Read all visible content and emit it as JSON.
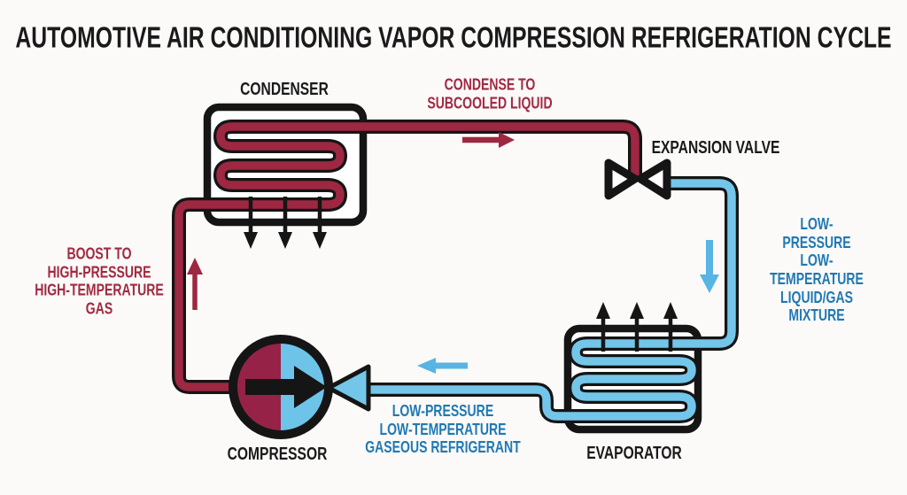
{
  "title": "AUTOMOTIVE AIR CONDITIONING VAPOR COMPRESSION REFRIGERATION CYCLE",
  "components": {
    "condenser": {
      "label": "CONDENSER"
    },
    "expansion_valve": {
      "label": "EXPANSION VALVE"
    },
    "evaporator": {
      "label": "EVAPORATOR"
    },
    "compressor": {
      "label": "COMPRESSOR"
    }
  },
  "flow_annotations": {
    "condense_to_subcooled": "CONDENSE TO\nSUBCOOLED LIQUID",
    "boost_to_high_pressure": "BOOST TO\nHIGH-PRESSURE\nHIGH-TEMPERATURE\nGAS",
    "low_pressure_mixture": "LOW-PRESSURE\nLOW-TEMPERATURE\nLIQUID/GAS MIXTURE",
    "low_pressure_gas": "LOW-PRESSURE\nLOW-TEMPERATURE\nGASEOUS REFRIGERANT"
  },
  "icons": {
    "condenser": "serpentine-coil-in-box",
    "evaporator": "serpentine-coil-in-box",
    "expansion_valve": "bowtie-valve",
    "compressor": "split-color-circle-with-arrow",
    "airflow": "straight-black-arrows"
  },
  "colors": {
    "hot": "#9E2742",
    "hot_dark": "#962247",
    "cool": "#73C6EA",
    "cool_dark": "#6EC3E9",
    "accent_blue": "#58B4E2",
    "text_blue": "#1F79B4",
    "text_red": "#A22941",
    "ink": "#151515",
    "background": "#FBFAF8"
  }
}
